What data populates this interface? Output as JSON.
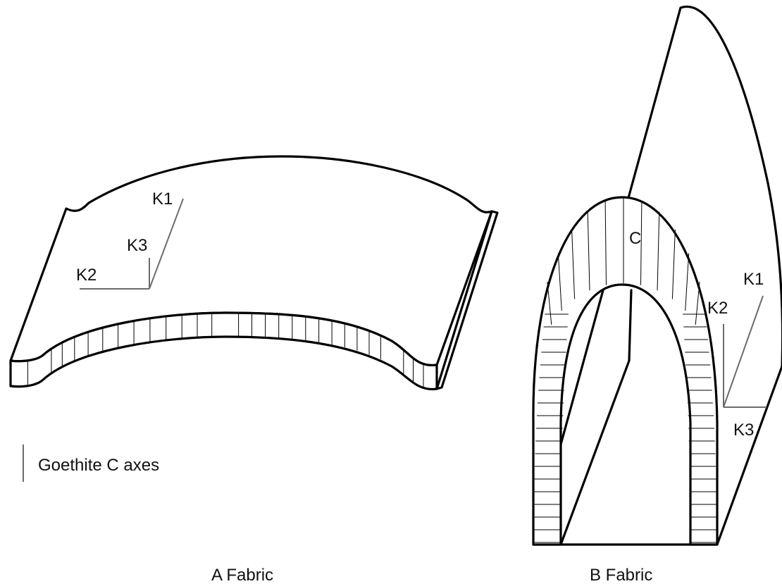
{
  "fabric_a": {
    "caption": "A Fabric",
    "axes": {
      "k1": "K1",
      "k2": "K2",
      "k3": "K3"
    }
  },
  "fabric_b": {
    "caption": "B Fabric",
    "center_label": "C",
    "axes": {
      "k1": "K1",
      "k2": "K2",
      "k3": "K3"
    }
  },
  "legend": {
    "label": "Goethite C axes"
  },
  "colors": {
    "outline": "#000000",
    "axis": "#6b6b6b",
    "background": "#ffffff"
  }
}
